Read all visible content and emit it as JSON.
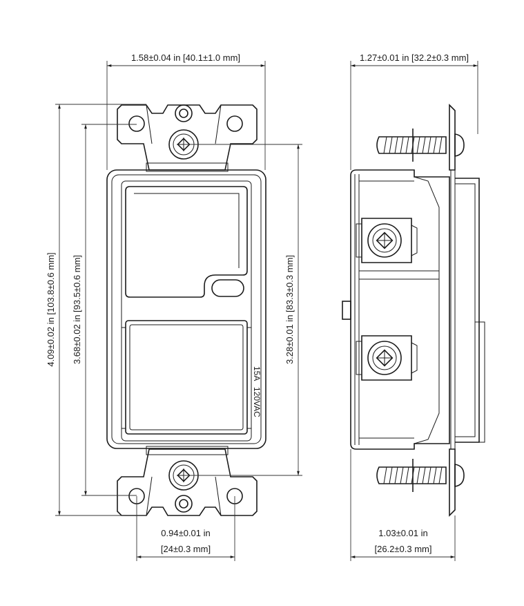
{
  "front_view": {
    "dim_width": "1.58±0.04 in [40.1±1.0 mm]",
    "dim_overall_height": "4.09±0.02 in [103.8±0.6 mm]",
    "dim_mount_height": "3.68±0.02 in [93.5±0.6 mm]",
    "dim_screw_spacing": "3.28±0.01 in [83.3±0.3 mm]",
    "dim_hole_spacing_line1": "0.94±0.01 in",
    "dim_hole_spacing_line2": "[24±0.3 mm]",
    "rating_line1": "15A",
    "rating_line2": "120VAC"
  },
  "side_view": {
    "dim_depth": "1.27±0.01 in [32.2±0.3 mm]",
    "dim_body_depth_line1": "1.03±0.01 in",
    "dim_body_depth_line2": "[26.2±0.3 mm]"
  }
}
